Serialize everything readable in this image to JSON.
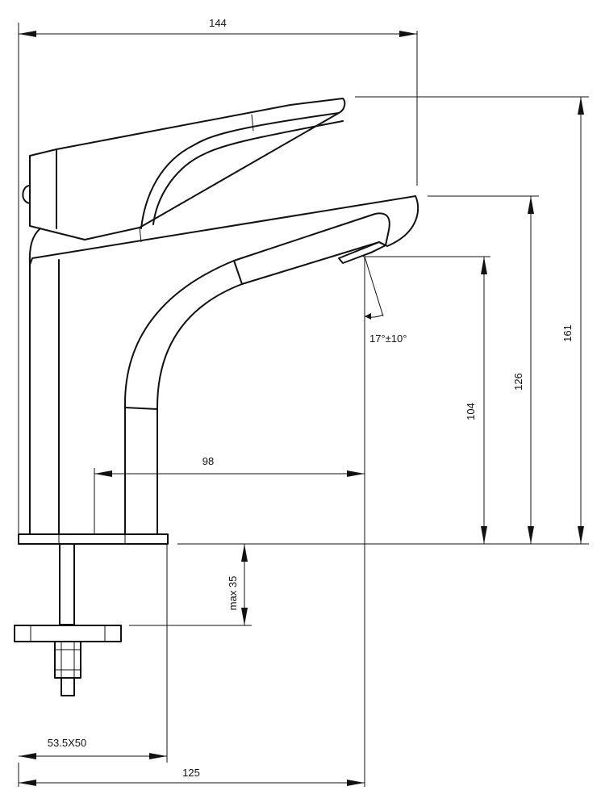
{
  "dimensions": {
    "overall_width": "144",
    "spout_reach": "98",
    "base_reach": "125",
    "plate_size": "53.5X50",
    "height_total": "161",
    "height_spout_top": "126",
    "height_outlet": "104",
    "max_deck_thickness": "max 35",
    "outlet_angle": "17°±10°"
  }
}
